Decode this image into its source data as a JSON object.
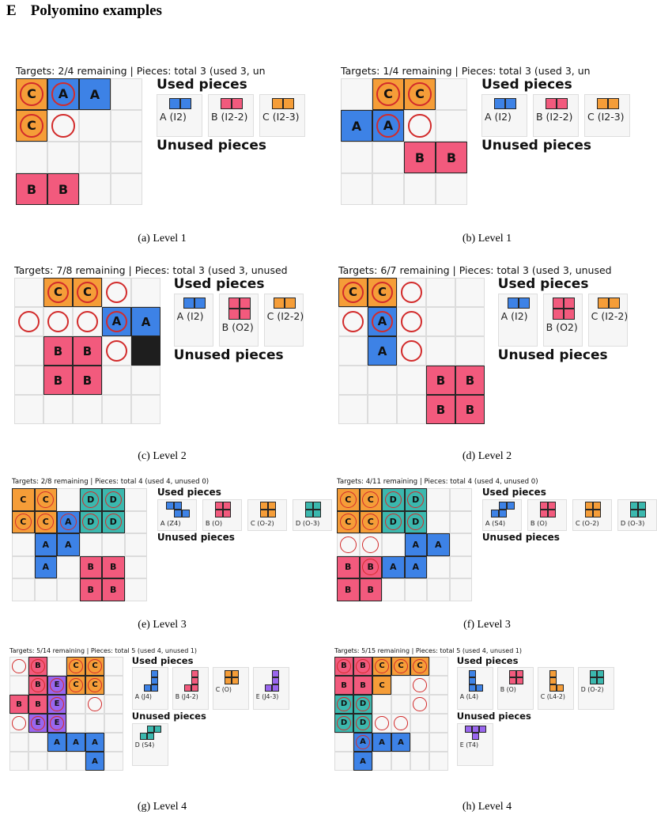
{
  "section": {
    "letter": "E",
    "title": "Polyomino examples"
  },
  "labels": {
    "used": "Used pieces",
    "unused": "Unused pieces"
  },
  "colors": {
    "A": "#3d82e6",
    "B": "#f25a7d",
    "C": "#f59d38",
    "D": "#3bb8ae",
    "E": "#9966ee",
    "target_ring": "#d22b2b",
    "blocked": "#1e1e1e"
  },
  "panels": [
    {
      "header": "Targets: 2/4 remaining | Pieces: total 3 (used 3, un",
      "caption": "(a) Level 1",
      "grid": [
        "Ca Aa A_ ..",
        "Ca o. .. ..",
        ".. .. .. ..",
        "B_ B_ .. .."
      ],
      "used": [
        {
          "label": "A (I2)",
          "piece": "A",
          "shape": [
            [
              0,
              0
            ],
            [
              1,
              0
            ]
          ]
        },
        {
          "label": "B (I2-2)",
          "piece": "B",
          "shape": [
            [
              0,
              0
            ],
            [
              1,
              0
            ]
          ]
        },
        {
          "label": "C (I2-3)",
          "piece": "C",
          "shape": [
            [
              0,
              0
            ],
            [
              1,
              0
            ]
          ]
        }
      ],
      "unused": []
    },
    {
      "header": "Targets: 1/4 remaining | Pieces: total 3 (used 3, un",
      "caption": "(b) Level 1",
      "grid": [
        ".. Ca Ca ..",
        "A_ Aa o. ..",
        ".. .. B_ B_",
        ".. .. .. .."
      ],
      "used": [
        {
          "label": "A (I2)",
          "piece": "A",
          "shape": [
            [
              0,
              0
            ],
            [
              1,
              0
            ]
          ]
        },
        {
          "label": "B (I2-2)",
          "piece": "B",
          "shape": [
            [
              0,
              0
            ],
            [
              1,
              0
            ]
          ]
        },
        {
          "label": "C (I2-3)",
          "piece": "C",
          "shape": [
            [
              0,
              0
            ],
            [
              1,
              0
            ]
          ]
        }
      ],
      "unused": []
    },
    {
      "header": "Targets: 7/8 remaining | Pieces: total 3 (used 3, unused",
      "caption": "(c) Level 2",
      "grid": [
        ".. Ca Ca o. ..",
        "o. o. o. Aa A_",
        ".. B_ B_ o. X_",
        ".. B_ B_ .. ..",
        ".. .. .. .. .."
      ],
      "used": [
        {
          "label": "A (I2)",
          "piece": "A",
          "shape": [
            [
              0,
              0
            ],
            [
              1,
              0
            ]
          ]
        },
        {
          "label": "B (O2)",
          "piece": "B",
          "shape": [
            [
              0,
              0
            ],
            [
              1,
              0
            ],
            [
              0,
              1
            ],
            [
              1,
              1
            ]
          ]
        },
        {
          "label": "C (I2-2)",
          "piece": "C",
          "shape": [
            [
              0,
              0
            ],
            [
              1,
              0
            ]
          ]
        }
      ],
      "unused": []
    },
    {
      "header": "Targets: 6/7 remaining | Pieces: total 3 (used 3, unused",
      "caption": "(d) Level 2",
      "grid": [
        "Ca Ca o. .. ..",
        "o. Aa o. .. ..",
        ".. A_ o. .. ..",
        ".. .. .. B_ B_",
        ".. .. .. B_ B_"
      ],
      "used": [
        {
          "label": "A (I2)",
          "piece": "A",
          "shape": [
            [
              0,
              0
            ],
            [
              1,
              0
            ]
          ]
        },
        {
          "label": "B (O2)",
          "piece": "B",
          "shape": [
            [
              0,
              0
            ],
            [
              1,
              0
            ],
            [
              0,
              1
            ],
            [
              1,
              1
            ]
          ]
        },
        {
          "label": "C (I2-2)",
          "piece": "C",
          "shape": [
            [
              0,
              0
            ],
            [
              1,
              0
            ]
          ]
        }
      ],
      "unused": []
    },
    {
      "header": "Targets: 2/8 remaining | Pieces: total 4 (used 4, unused 0)",
      "caption": "(e) Level 3",
      "grid": [
        "C_ Ca .. Da Da ..",
        "Ca Ca Aa Da Da ..",
        ".. A_ A_ .. .. ..",
        ".. A_ .. B_ B_ ..",
        ".. .. .. B_ B_ .."
      ],
      "used": [
        {
          "label": "A (Z4)",
          "piece": "A",
          "shape": [
            [
              0,
              0
            ],
            [
              1,
              0
            ],
            [
              1,
              1
            ],
            [
              2,
              1
            ]
          ]
        },
        {
          "label": "B (O)",
          "piece": "B",
          "shape": [
            [
              0,
              0
            ],
            [
              1,
              0
            ],
            [
              0,
              1
            ],
            [
              1,
              1
            ]
          ]
        },
        {
          "label": "C (O-2)",
          "piece": "C",
          "shape": [
            [
              0,
              0
            ],
            [
              1,
              0
            ],
            [
              0,
              1
            ],
            [
              1,
              1
            ]
          ]
        },
        {
          "label": "D (O-3)",
          "piece": "D",
          "shape": [
            [
              0,
              0
            ],
            [
              1,
              0
            ],
            [
              0,
              1
            ],
            [
              1,
              1
            ]
          ]
        }
      ],
      "unused": []
    },
    {
      "header": "Targets: 4/11 remaining | Pieces: total 4 (used 4, unused 0)",
      "caption": "(f) Level 3",
      "grid": [
        "Ca Ca Da Da .. ..",
        "Ca Ca Da Da .. ..",
        "o. o. .. A_ A_ ..",
        "B_ Ba A_ A_ .. ..",
        "B_ B_ .. .. .. .."
      ],
      "used": [
        {
          "label": "A (S4)",
          "piece": "A",
          "shape": [
            [
              1,
              0
            ],
            [
              2,
              0
            ],
            [
              0,
              1
            ],
            [
              1,
              1
            ]
          ]
        },
        {
          "label": "B (O)",
          "piece": "B",
          "shape": [
            [
              0,
              0
            ],
            [
              1,
              0
            ],
            [
              0,
              1
            ],
            [
              1,
              1
            ]
          ]
        },
        {
          "label": "C (O-2)",
          "piece": "C",
          "shape": [
            [
              0,
              0
            ],
            [
              1,
              0
            ],
            [
              0,
              1
            ],
            [
              1,
              1
            ]
          ]
        },
        {
          "label": "D (O-3)",
          "piece": "D",
          "shape": [
            [
              0,
              0
            ],
            [
              1,
              0
            ],
            [
              0,
              1
            ],
            [
              1,
              1
            ]
          ]
        }
      ],
      "unused": []
    },
    {
      "header": "Targets: 5/14 remaining | Pieces: total 5 (used 4, unused 1)",
      "caption": "(g) Level 4",
      "grid": [
        "o. Ba .. Ca Ca ..",
        ".. Ba Ea Ca Ca ..",
        "B_ B_ Ea .. o. ..",
        "o. Ea Ea .. .. ..",
        ".. .. A_ A_ A_ ..",
        ".. .. .. .. A_ .."
      ],
      "used": [
        {
          "label": "A (J4)",
          "piece": "A",
          "shape": [
            [
              1,
              0
            ],
            [
              1,
              1
            ],
            [
              0,
              2
            ],
            [
              1,
              2
            ]
          ]
        },
        {
          "label": "B (J4-2)",
          "piece": "B",
          "shape": [
            [
              1,
              0
            ],
            [
              1,
              1
            ],
            [
              0,
              2
            ],
            [
              1,
              2
            ]
          ]
        },
        {
          "label": "C (O)",
          "piece": "C",
          "shape": [
            [
              0,
              0
            ],
            [
              1,
              0
            ],
            [
              0,
              1
            ],
            [
              1,
              1
            ]
          ]
        },
        {
          "label": "E (J4-3)",
          "piece": "E",
          "shape": [
            [
              1,
              0
            ],
            [
              1,
              1
            ],
            [
              0,
              2
            ],
            [
              1,
              2
            ]
          ]
        }
      ],
      "unused": [
        {
          "label": "D (S4)",
          "piece": "D",
          "shape": [
            [
              1,
              0
            ],
            [
              2,
              0
            ],
            [
              0,
              1
            ],
            [
              1,
              1
            ]
          ]
        }
      ]
    },
    {
      "header": "Targets: 5/15 remaining | Pieces: total 5 (used 4, unused 1)",
      "caption": "(h) Level 4",
      "grid": [
        "Ba Ba Ca Ca Ca ..",
        "B_ B_ C_ .. o. ..",
        "Da Da .. .. o. ..",
        "Da Da o. o. .. ..",
        ".. Aa A_ A_ .. ..",
        ".. A_ .. .. .. .."
      ],
      "used": [
        {
          "label": "A (L4)",
          "piece": "A",
          "shape": [
            [
              0,
              0
            ],
            [
              0,
              1
            ],
            [
              0,
              2
            ],
            [
              1,
              2
            ]
          ]
        },
        {
          "label": "B (O)",
          "piece": "B",
          "shape": [
            [
              0,
              0
            ],
            [
              1,
              0
            ],
            [
              0,
              1
            ],
            [
              1,
              1
            ]
          ]
        },
        {
          "label": "C (L4-2)",
          "piece": "C",
          "shape": [
            [
              0,
              0
            ],
            [
              0,
              1
            ],
            [
              0,
              2
            ],
            [
              1,
              2
            ]
          ]
        },
        {
          "label": "D (O-2)",
          "piece": "D",
          "shape": [
            [
              0,
              0
            ],
            [
              1,
              0
            ],
            [
              0,
              1
            ],
            [
              1,
              1
            ]
          ]
        }
      ],
      "unused": [
        {
          "label": "E (T4)",
          "piece": "E",
          "shape": [
            [
              0,
              0
            ],
            [
              1,
              0
            ],
            [
              2,
              0
            ],
            [
              1,
              1
            ]
          ]
        }
      ]
    }
  ]
}
